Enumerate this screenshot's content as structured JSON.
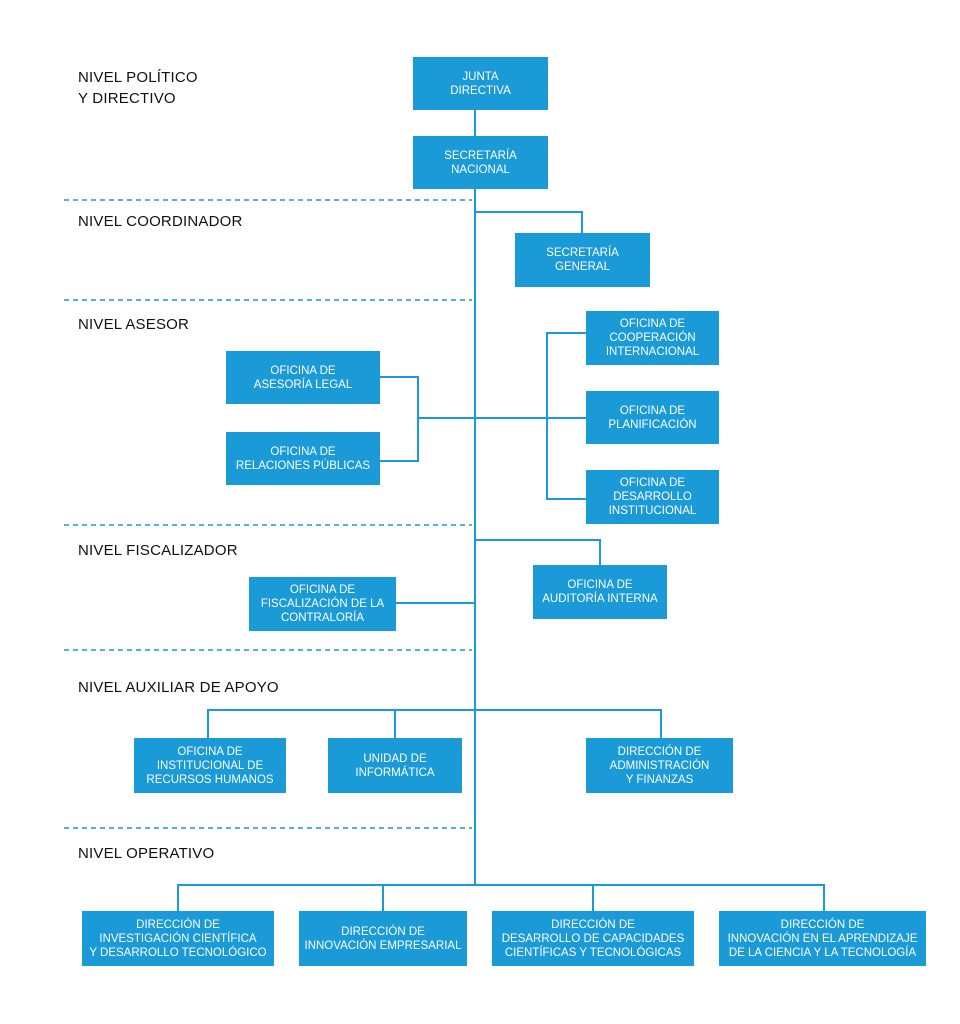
{
  "colors": {
    "box": "#1a9ad6",
    "line": "#1a9ad6",
    "divider": "#1a9ad6",
    "label": "#111111"
  },
  "levels": {
    "politico": [
      "NIVEL POLÍTICO",
      "Y DIRECTIVO"
    ],
    "coordinador": "NIVEL COORDINADOR",
    "asesor": "NIVEL ASESOR",
    "fiscalizador": "NIVEL FISCALIZADOR",
    "auxiliar": "NIVEL AUXILIAR DE APOYO",
    "operativo": "NIVEL OPERATIVO"
  },
  "boxes": {
    "junta": [
      "JUNTA",
      "DIRECTIVA"
    ],
    "secretaria_nacional": [
      "SECRETARÍA",
      "NACIONAL"
    ],
    "secretaria_general": [
      "SECRETARÍA",
      "GENERAL"
    ],
    "asesoria_legal": [
      "OFICINA DE",
      "ASESORÍA LEGAL"
    ],
    "relaciones_publicas": [
      "OFICINA DE",
      "RELACIONES PÚBLICAS"
    ],
    "cooperacion": [
      "OFICINA DE",
      "COOPERACIÓN",
      "INTERNACIONAL"
    ],
    "planificacion": [
      "OFICINA DE",
      "PLANIFICACIÓN"
    ],
    "desarrollo_institucional": [
      "OFICINA DE",
      "DESARROLLO",
      "INSTITUCIONAL"
    ],
    "fiscalizacion": [
      "OFICINA DE",
      "FISCALIZACIÓN DE LA",
      "CONTRALORÍA"
    ],
    "auditoria": [
      "OFICINA DE",
      "AUDITORÍA INTERNA"
    ],
    "recursos_humanos": [
      "OFICINA DE",
      "INSTITUCIONAL DE",
      "RECURSOS HUMANOS"
    ],
    "informatica": [
      "UNIDAD DE",
      "INFORMÁTICA"
    ],
    "administracion": [
      "DIRECCIÓN DE",
      "ADMINISTRACIÓN",
      "Y FINANZAS"
    ],
    "investigacion": [
      "DIRECCIÓN DE",
      "INVESTIGACIÓN CIENTÍFICA",
      "Y DESARROLLO TECNOLÓGICO"
    ],
    "innovacion_empresarial": [
      "DIRECCIÓN DE",
      "INNOVACIÓN EMPRESARIAL"
    ],
    "capacidades": [
      "DIRECCIÓN DE",
      "DESARROLLO DE CAPACIDADES",
      "CIENTÍFICAS Y TECNOLÓGICAS"
    ],
    "aprendizaje": [
      "DIRECCIÓN DE",
      "INNOVACIÓN EN EL APRENDIZAJE",
      "DE LA CIENCIA Y LA TECNOLOGÍA"
    ]
  }
}
